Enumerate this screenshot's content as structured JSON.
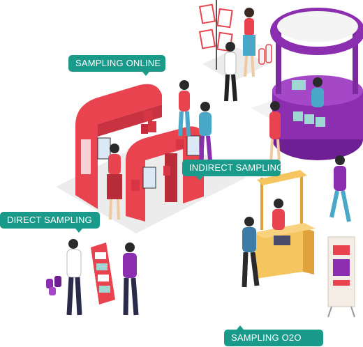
{
  "colors": {
    "label_teal": "#1a9a8a",
    "booth_red": "#e8434f",
    "booth_purple": "#8b2fb0",
    "floor_grey": "#eeeeee",
    "yellow_stand": "#f5c560"
  },
  "labels": {
    "sampling_online": "SAMPLING ONLINE",
    "indirect_sampling": "INDIRECT SAMPLING",
    "direct_sampling": "DIRECT SAMPLING",
    "sampling_o2o": "SAMPLING O2O"
  }
}
